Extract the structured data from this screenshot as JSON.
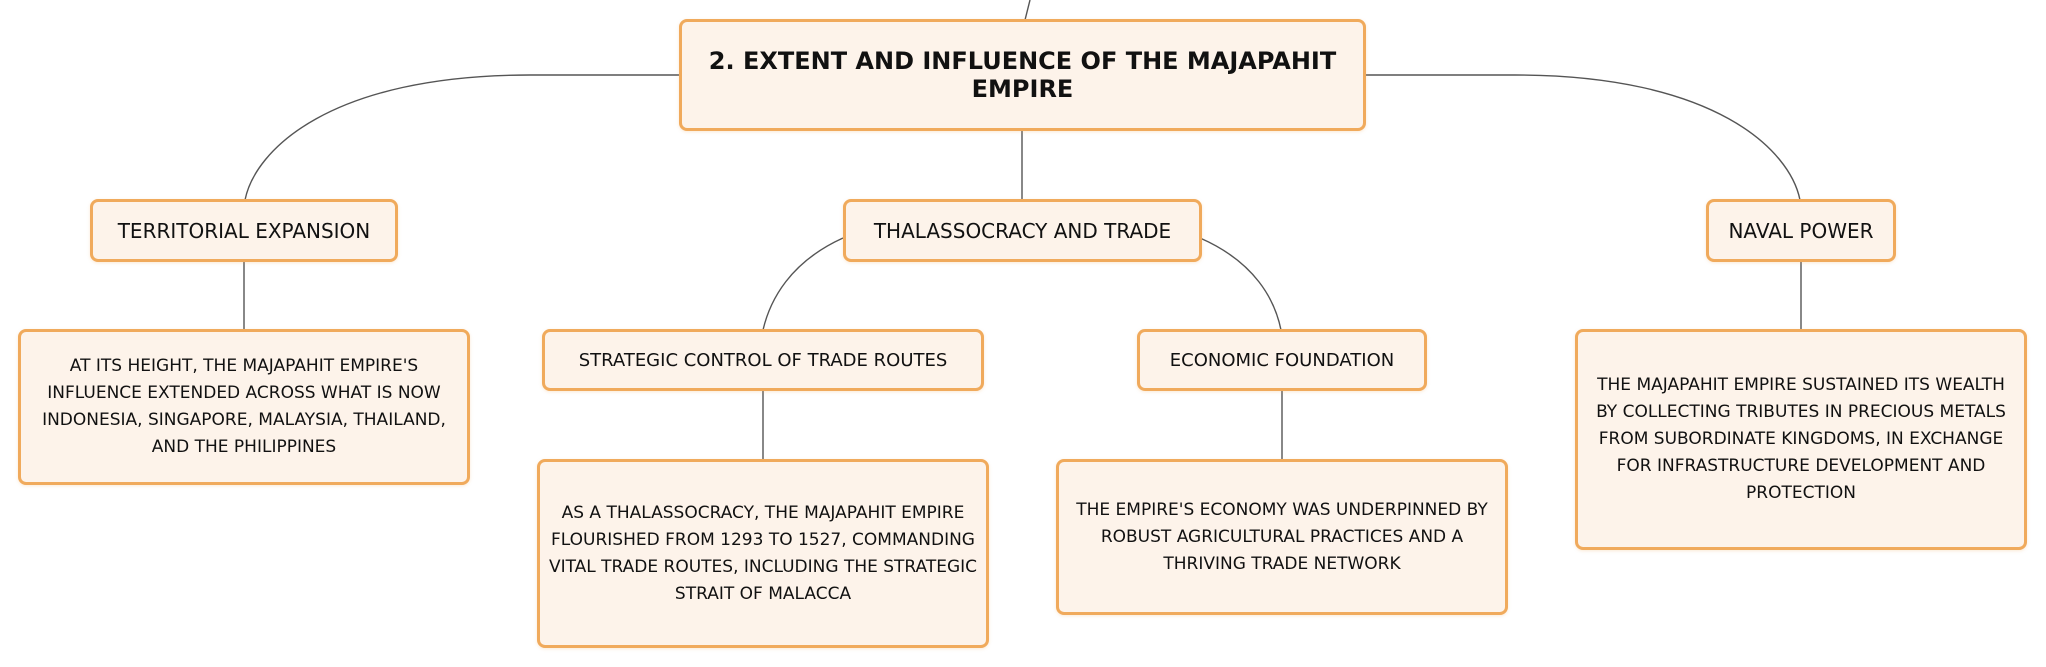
{
  "diagram": {
    "root": {
      "title": "2. EXTENT AND INFLUENCE OF THE MAJAPAHIT EMPIRE"
    },
    "branches": {
      "territorial": {
        "label": "TERRITORIAL EXPANSION",
        "detail": "AT ITS HEIGHT, THE MAJAPAHIT EMPIRE'S INFLUENCE EXTENDED ACROSS WHAT IS NOW INDONESIA, SINGAPORE, MALAYSIA, THAILAND, AND THE PHILIPPINES"
      },
      "thalassocracy": {
        "label": "THALASSOCRACY AND TRADE",
        "children": {
          "trade_routes": {
            "label": "STRATEGIC CONTROL OF TRADE ROUTES",
            "detail": "AS A THALASSOCRACY, THE MAJAPAHIT EMPIRE FLOURISHED FROM 1293 TO 1527, COMMANDING VITAL TRADE ROUTES, INCLUDING THE STRATEGIC STRAIT OF MALACCA"
          },
          "economic": {
            "label": "ECONOMIC FOUNDATION",
            "detail": "THE EMPIRE'S ECONOMY WAS UNDERPINNED BY ROBUST AGRICULTURAL PRACTICES AND A THRIVING TRADE NETWORK"
          }
        }
      },
      "naval": {
        "label": "NAVAL POWER",
        "detail": "THE MAJAPAHIT EMPIRE SUSTAINED ITS WEALTH BY COLLECTING TRIBUTES IN PRECIOUS METALS FROM SUBORDINATE KINGDOMS, IN EXCHANGE FOR INFRASTRUCTURE DEVELOPMENT AND PROTECTION"
      }
    },
    "colors": {
      "node_fill": "#fdf3ea",
      "node_border": "#f0aa5c",
      "connector": "#555555",
      "text": "#111111"
    }
  }
}
